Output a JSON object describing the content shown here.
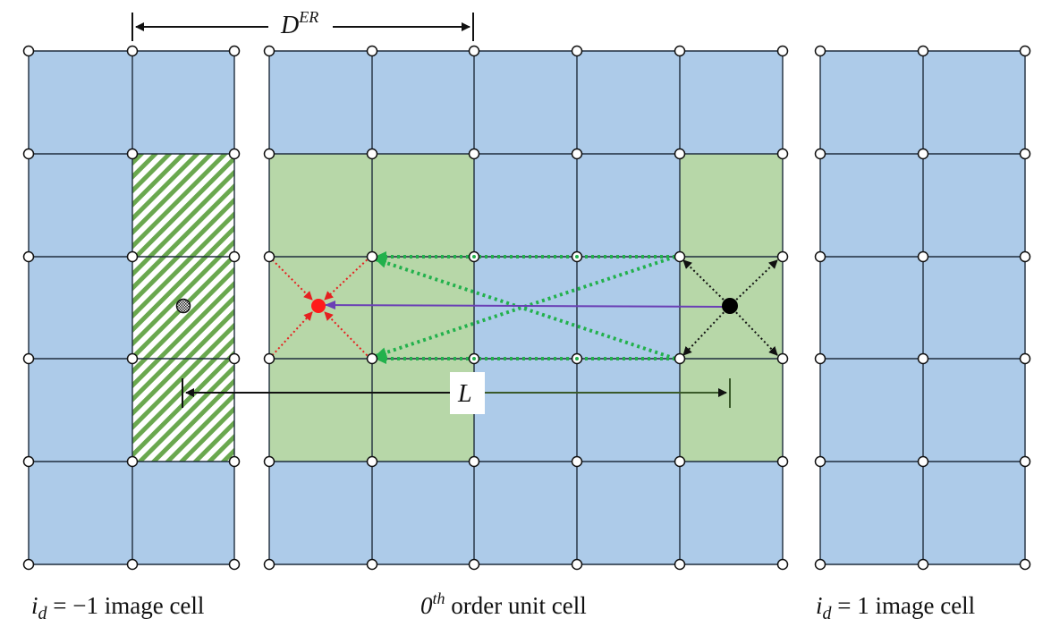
{
  "labels": {
    "left_cell": {
      "var": "i",
      "sub": "d",
      "rest": " = −1 image cell"
    },
    "center_cell": {
      "sup_base": "0",
      "sup": "th",
      "rest": " order unit cell"
    },
    "right_cell": {
      "var": "i",
      "sub": "d",
      "rest": " = 1 image cell"
    },
    "der": {
      "base": "D",
      "sup": "ER"
    },
    "length": "L"
  },
  "colors": {
    "cell_blue": "#adcbe9",
    "cell_green": "#b7d7a8",
    "hatch_green": "#6aa84f",
    "grid_line": "#1f2d3d",
    "arrow_green": "#22b14c",
    "arrow_red": "#e52020",
    "arrow_purple": "#6a3fb5",
    "arrow_black": "#111111"
  },
  "panels": [
    {
      "name": "left-image-cell",
      "cols": 2,
      "rows": 5
    },
    {
      "name": "center-unit-cell",
      "cols": 5,
      "rows": 5
    },
    {
      "name": "right-image-cell",
      "cols": 2,
      "rows": 5
    }
  ]
}
